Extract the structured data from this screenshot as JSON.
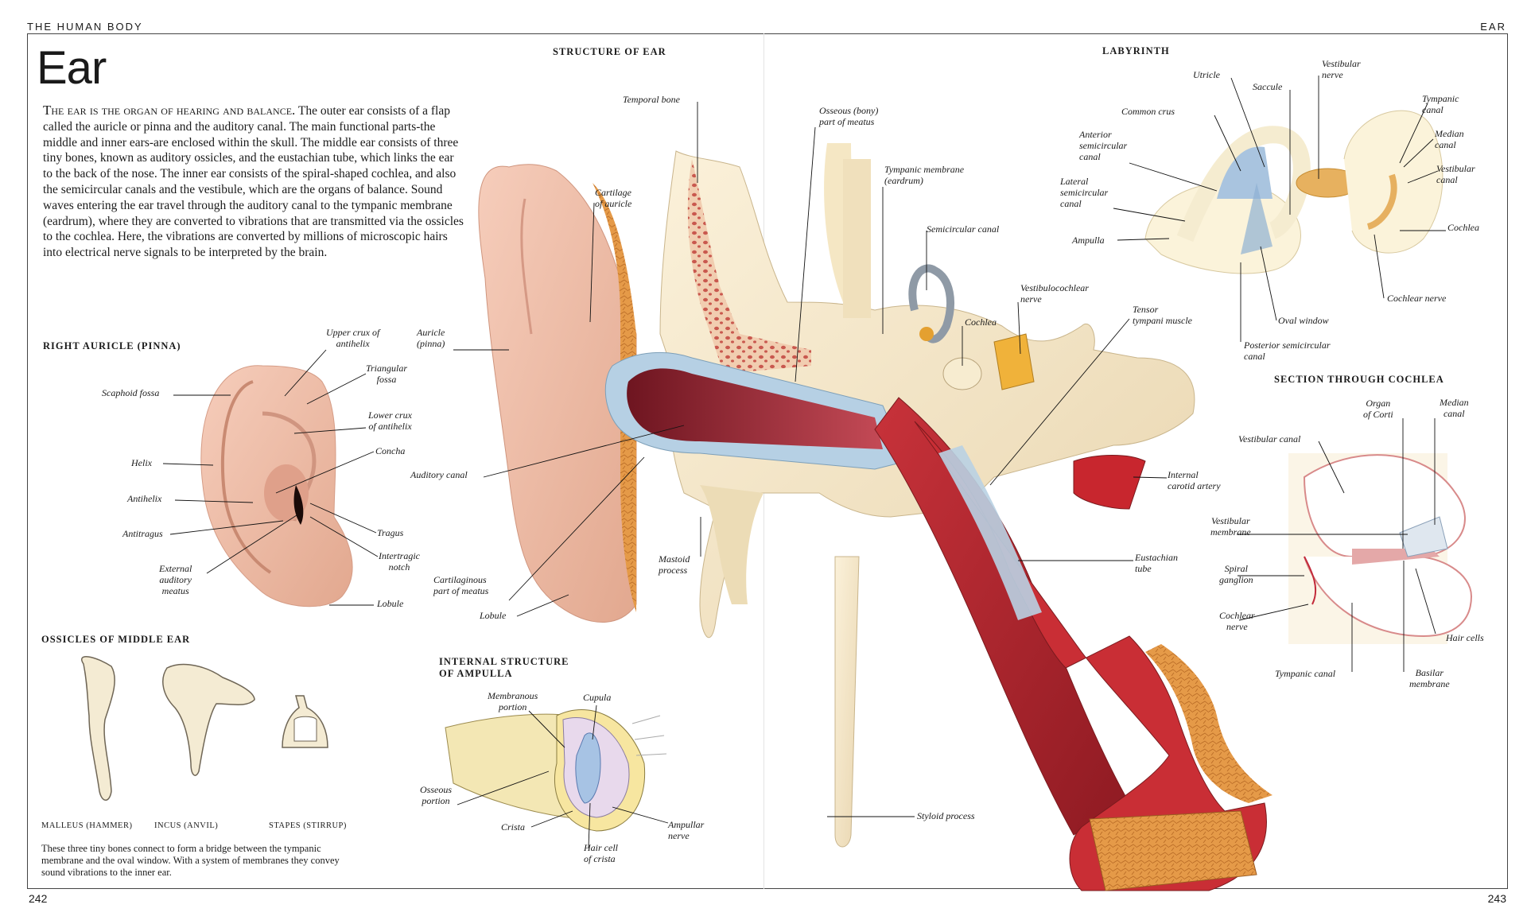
{
  "running_head": {
    "left": "THE HUMAN BODY",
    "right": "EAR"
  },
  "title": "Ear",
  "intro": {
    "lead": "The ear is the organ of hearing and balance.",
    "body": " The outer ear consists of a flap called the auricle or pinna and the auditory canal. The main functional parts-the middle and inner ears-are enclosed within the skull. The middle ear consists of three tiny bones, known as auditory ossicles, and the eustachian tube, which links the ear to the back of the nose. The inner ear consists of the spiral-shaped cochlea, and also the semicircular canals and the vestibule, which are the organs of balance. Sound waves entering the ear travel through the auditory canal to the tympanic membrane (eardrum), where they are converted to vibrations that are transmitted via the ossicles to the cochlea. Here, the vibrations are converted by millions of microscopic hairs into electrical nerve signals to be interpreted by the brain."
  },
  "headings": {
    "auricle": "RIGHT AURICLE (PINNA)",
    "ossicles": "OSSICLES OF MIDDLE EAR",
    "ampulla": "INTERNAL STRUCTURE\nOF AMPULLA",
    "structure": "STRUCTURE OF EAR",
    "labyrinth": "LABYRINTH",
    "cochlea_section": "SECTION THROUGH COCHLEA"
  },
  "auricle_labels": {
    "upper_crux": "Upper crux of\nantihelix",
    "scaphoid": "Scaphoid fossa",
    "triangular": "Triangular\nfossa",
    "lower_crux": "Lower crux\nof antihelix",
    "helix": "Helix",
    "concha": "Concha",
    "antihelix": "Antihelix",
    "antitragus": "Antitragus",
    "tragus": "Tragus",
    "intertragic": "Intertragic\nnotch",
    "external_meatus": "External\nauditory\nmeatus",
    "lobule": "Lobule"
  },
  "ossicles": {
    "malleus": "MALLEUS (HAMMER)",
    "incus": "INCUS (ANVIL)",
    "stapes": "STAPES (STIRRUP)",
    "caption": "These three tiny bones connect to form a bridge between the tympanic membrane and the oval window. With a system of membranes they convey sound vibrations to the inner ear."
  },
  "ampulla_labels": {
    "membranous": "Membranous\nportion",
    "cupula": "Cupula",
    "osseous": "Osseous\nportion",
    "crista": "Crista",
    "ampullar_nerve": "Ampullar\nnerve",
    "hair_cell": "Hair cell\nof crista"
  },
  "structure_labels": {
    "temporal_bone": "Temporal bone",
    "cartilage_auricle": "Cartilage\nof auricle",
    "auricle": "Auricle\n(pinna)",
    "auditory_canal": "Auditory canal",
    "cartilaginous": "Cartilaginous\npart of meatus",
    "lobule": "Lobule",
    "mastoid": "Mastoid\nprocess",
    "osseous_meatus": "Osseous (bony)\npart of meatus",
    "tympanic_membrane": "Tympanic membrane\n(eardrum)",
    "semicircular": "Semicircular canal",
    "vestibulocochlear": "Vestibulocochlear\nnerve",
    "cochlea": "Cochlea",
    "tensor": "Tensor\ntympani muscle",
    "carotid": "Internal\ncarotid artery",
    "eustachian": "Eustachian\ntube",
    "styloid": "Styloid process"
  },
  "labyrinth_labels": {
    "utricle": "Utricle",
    "saccule": "Saccule",
    "vestibular_nerve": "Vestibular\nnerve",
    "common_crus": "Common crus",
    "tympanic_canal": "Tympanic\ncanal",
    "anterior": "Anterior\nsemicircular\ncanal",
    "median_canal": "Median\ncanal",
    "vestibular_canal": "Vestibular\ncanal",
    "lateral": "Lateral\nsemicircular\ncanal",
    "cochlea": "Cochlea",
    "ampulla": "Ampulla",
    "cochlear_nerve": "Cochlear nerve",
    "oval_window": "Oval window",
    "posterior": "Posterior semicircular\ncanal"
  },
  "cochlea_labels": {
    "organ_corti": "Organ\nof Corti",
    "median_canal": "Median\ncanal",
    "vestibular_canal": "Vestibular canal",
    "vestibular_membrane": "Vestibular\nmembrane",
    "spiral_ganglion": "Spiral\nganglion",
    "cochlear_nerve": "Cochlear\nnerve",
    "hair_cells": "Hair cells",
    "tympanic_canal": "Tympanic canal",
    "basilar": "Basilar\nmembrane"
  },
  "page_numbers": {
    "left": "242",
    "right": "243"
  }
}
